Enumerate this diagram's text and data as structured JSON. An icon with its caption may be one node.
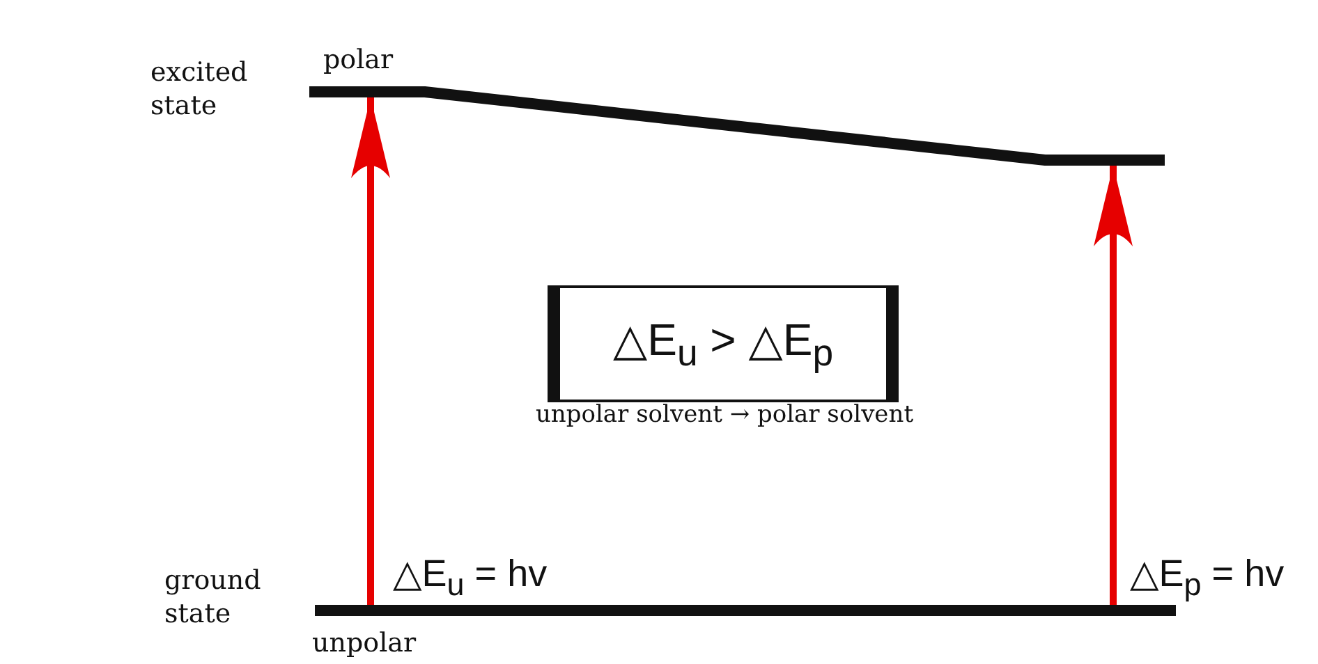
{
  "diagram": {
    "nodes": [
      {
        "text": [],
        "shape": "bar",
        "beside": [
          "excited state",
          "polar"
        ]
      },
      {
        "text": [],
        "shape": "bar",
        "beside": [
          "ground state",
          "unpolar"
        ]
      },
      {
        "text": [
          "△E$_{u}$ > △E$_{p}$"
        ]
      }
    ],
    "edges": [
      {
        "from": 1,
        "to": 0,
        "arrow": "to",
        "label": "△E$_{u}$ = hv"
      },
      {
        "from": 1,
        "to": 0,
        "arrow": "to",
        "label": "△E$_{p}$ = hv"
      }
    ],
    "labels": [
      "unpolar solvent → polar solvent"
    ]
  }
}
